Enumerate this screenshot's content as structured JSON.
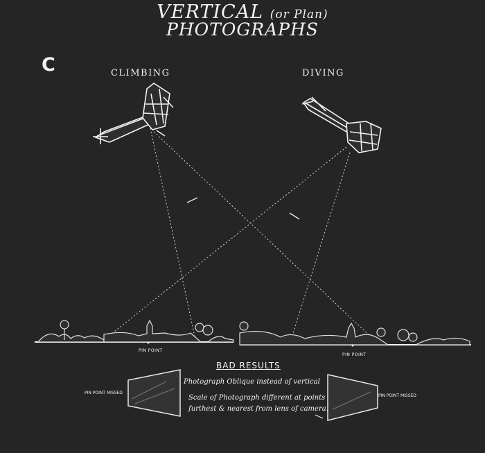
{
  "title": {
    "line1_main": "VERTICAL",
    "line1_paren": "(or Plan)",
    "line2": "PHOTOGRAPHS"
  },
  "panel_letter": "C",
  "planes": {
    "left_label": "CLIMBING",
    "right_label": "DIVING"
  },
  "pin_points": [
    "PIN POINT",
    "PIN POINT"
  ],
  "bad_results": {
    "heading": "BAD RESULTS",
    "left_missed": "PIN POINT MISSED",
    "right_missed": "PIN POINT MISSED",
    "note1": "Photograph Oblique instead of vertical",
    "note2": "Scale of Photograph different at points",
    "note3": "furthest & nearest from lens of camera."
  },
  "colors": {
    "board": "#252525",
    "chalk": "#f2f2f2"
  }
}
